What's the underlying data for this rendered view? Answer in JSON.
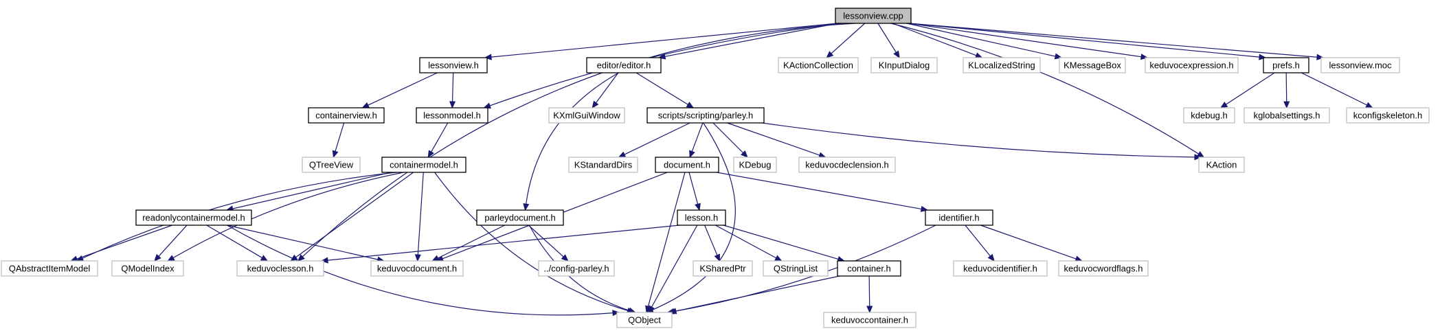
{
  "graph": {
    "edge_color": "#191970",
    "nodes": [
      {
        "id": "lessonview_cpp",
        "label": "lessonview.cpp",
        "kind": "root"
      },
      {
        "id": "lessonview_h",
        "label": "lessonview.h",
        "kind": "internal"
      },
      {
        "id": "editor_h",
        "label": "editor/editor.h",
        "kind": "internal"
      },
      {
        "id": "kactioncollection",
        "label": "KActionCollection",
        "kind": "external"
      },
      {
        "id": "kinputdialog",
        "label": "KInputDialog",
        "kind": "external"
      },
      {
        "id": "klocalizedstring",
        "label": "KLocalizedString",
        "kind": "external"
      },
      {
        "id": "kmessagebox",
        "label": "KMessageBox",
        "kind": "external"
      },
      {
        "id": "keduvocexpression",
        "label": "keduvocexpression.h",
        "kind": "external"
      },
      {
        "id": "prefs_h",
        "label": "prefs.h",
        "kind": "internal"
      },
      {
        "id": "lessonview_moc",
        "label": "lessonview.moc",
        "kind": "external"
      },
      {
        "id": "containerview_h",
        "label": "containerview.h",
        "kind": "internal"
      },
      {
        "id": "lessonmodel_h",
        "label": "lessonmodel.h",
        "kind": "internal"
      },
      {
        "id": "kxmlguiwindow",
        "label": "KXmlGuiWindow",
        "kind": "external"
      },
      {
        "id": "parley_h",
        "label": "scripts/scripting/parley.h",
        "kind": "internal"
      },
      {
        "id": "kdebug_h",
        "label": "kdebug.h",
        "kind": "external"
      },
      {
        "id": "kglobalsettings",
        "label": "kglobalsettings.h",
        "kind": "external"
      },
      {
        "id": "kconfigskeleton",
        "label": "kconfigskeleton.h",
        "kind": "external"
      },
      {
        "id": "qtreeview",
        "label": "QTreeView",
        "kind": "external"
      },
      {
        "id": "containermodel_h",
        "label": "containermodel.h",
        "kind": "internal"
      },
      {
        "id": "kstandarddirs",
        "label": "KStandardDirs",
        "kind": "external"
      },
      {
        "id": "document_h",
        "label": "document.h",
        "kind": "internal"
      },
      {
        "id": "kdebug",
        "label": "KDebug",
        "kind": "external"
      },
      {
        "id": "keduvocdeclension",
        "label": "keduvocdeclension.h",
        "kind": "external"
      },
      {
        "id": "kaction",
        "label": "KAction",
        "kind": "external"
      },
      {
        "id": "readonlycontainermodel_h",
        "label": "readonlycontainermodel.h",
        "kind": "internal"
      },
      {
        "id": "parleydocument_h",
        "label": "parleydocument.h",
        "kind": "internal"
      },
      {
        "id": "lesson_h",
        "label": "lesson.h",
        "kind": "internal"
      },
      {
        "id": "identifier_h",
        "label": "identifier.h",
        "kind": "internal"
      },
      {
        "id": "qabstractitemmodel",
        "label": "QAbstractItemModel",
        "kind": "external"
      },
      {
        "id": "qmodelindex",
        "label": "QModelIndex",
        "kind": "external"
      },
      {
        "id": "keduvoclesson",
        "label": "keduvoclesson.h",
        "kind": "external"
      },
      {
        "id": "keduvocdocument",
        "label": "keduvocdocument.h",
        "kind": "external"
      },
      {
        "id": "config_parley",
        "label": "../config-parley.h",
        "kind": "external"
      },
      {
        "id": "ksharedptr",
        "label": "KSharedPtr",
        "kind": "external"
      },
      {
        "id": "qstringlist",
        "label": "QStringList",
        "kind": "external"
      },
      {
        "id": "container_h",
        "label": "container.h",
        "kind": "internal"
      },
      {
        "id": "keduvocidentifier",
        "label": "keduvocidentifier.h",
        "kind": "external"
      },
      {
        "id": "keduvocwordflags",
        "label": "keduvocwordflags.h",
        "kind": "external"
      },
      {
        "id": "qobject",
        "label": "QObject",
        "kind": "external"
      },
      {
        "id": "keduvoccontainer",
        "label": "keduvoccontainer.h",
        "kind": "external"
      }
    ],
    "edges": [
      [
        "lessonview_cpp",
        "lessonview_h"
      ],
      [
        "lessonview_cpp",
        "editor_h"
      ],
      [
        "lessonview_cpp",
        "kactioncollection"
      ],
      [
        "lessonview_cpp",
        "kinputdialog"
      ],
      [
        "lessonview_cpp",
        "klocalizedstring"
      ],
      [
        "lessonview_cpp",
        "kmessagebox"
      ],
      [
        "lessonview_cpp",
        "keduvocexpression"
      ],
      [
        "lessonview_cpp",
        "prefs_h"
      ],
      [
        "lessonview_cpp",
        "lessonview_moc"
      ],
      [
        "lessonview_cpp",
        "keduvoclesson"
      ],
      [
        "lessonview_cpp",
        "lessonmodel_h"
      ],
      [
        "lessonview_cpp",
        "kaction"
      ],
      [
        "lessonview_h",
        "containerview_h"
      ],
      [
        "lessonview_h",
        "lessonmodel_h"
      ],
      [
        "containerview_h",
        "qtreeview"
      ],
      [
        "lessonmodel_h",
        "containermodel_h"
      ],
      [
        "editor_h",
        "kxmlguiwindow"
      ],
      [
        "editor_h",
        "parley_h"
      ],
      [
        "editor_h",
        "parleydocument_h"
      ],
      [
        "prefs_h",
        "kdebug_h"
      ],
      [
        "prefs_h",
        "kglobalsettings"
      ],
      [
        "prefs_h",
        "kconfigskeleton"
      ],
      [
        "parley_h",
        "kstandarddirs"
      ],
      [
        "parley_h",
        "document_h"
      ],
      [
        "parley_h",
        "kdebug"
      ],
      [
        "parley_h",
        "keduvocdeclension"
      ],
      [
        "parley_h",
        "kaction"
      ],
      [
        "parley_h",
        "qobject"
      ],
      [
        "containermodel_h",
        "readonlycontainermodel_h"
      ],
      [
        "containermodel_h",
        "qabstractitemmodel"
      ],
      [
        "containermodel_h",
        "qmodelindex"
      ],
      [
        "containermodel_h",
        "keduvoclesson"
      ],
      [
        "containermodel_h",
        "keduvocdocument"
      ],
      [
        "containermodel_h",
        "qobject"
      ],
      [
        "readonlycontainermodel_h",
        "qabstractitemmodel"
      ],
      [
        "readonlycontainermodel_h",
        "qmodelindex"
      ],
      [
        "readonlycontainermodel_h",
        "keduvoclesson"
      ],
      [
        "readonlycontainermodel_h",
        "keduvocdocument"
      ],
      [
        "readonlycontainermodel_h",
        "qobject"
      ],
      [
        "parleydocument_h",
        "keduvocdocument"
      ],
      [
        "parleydocument_h",
        "config_parley"
      ],
      [
        "parleydocument_h",
        "qobject"
      ],
      [
        "document_h",
        "lesson_h"
      ],
      [
        "document_h",
        "identifier_h"
      ],
      [
        "document_h",
        "keduvocdocument"
      ],
      [
        "document_h",
        "qobject"
      ],
      [
        "lesson_h",
        "keduvoclesson"
      ],
      [
        "lesson_h",
        "ksharedptr"
      ],
      [
        "lesson_h",
        "qstringlist"
      ],
      [
        "lesson_h",
        "container_h"
      ],
      [
        "lesson_h",
        "qobject"
      ],
      [
        "identifier_h",
        "keduvocidentifier"
      ],
      [
        "identifier_h",
        "keduvocwordflags"
      ],
      [
        "identifier_h",
        "qobject"
      ],
      [
        "container_h",
        "keduvoccontainer"
      ],
      [
        "container_h",
        "qobject"
      ]
    ]
  }
}
